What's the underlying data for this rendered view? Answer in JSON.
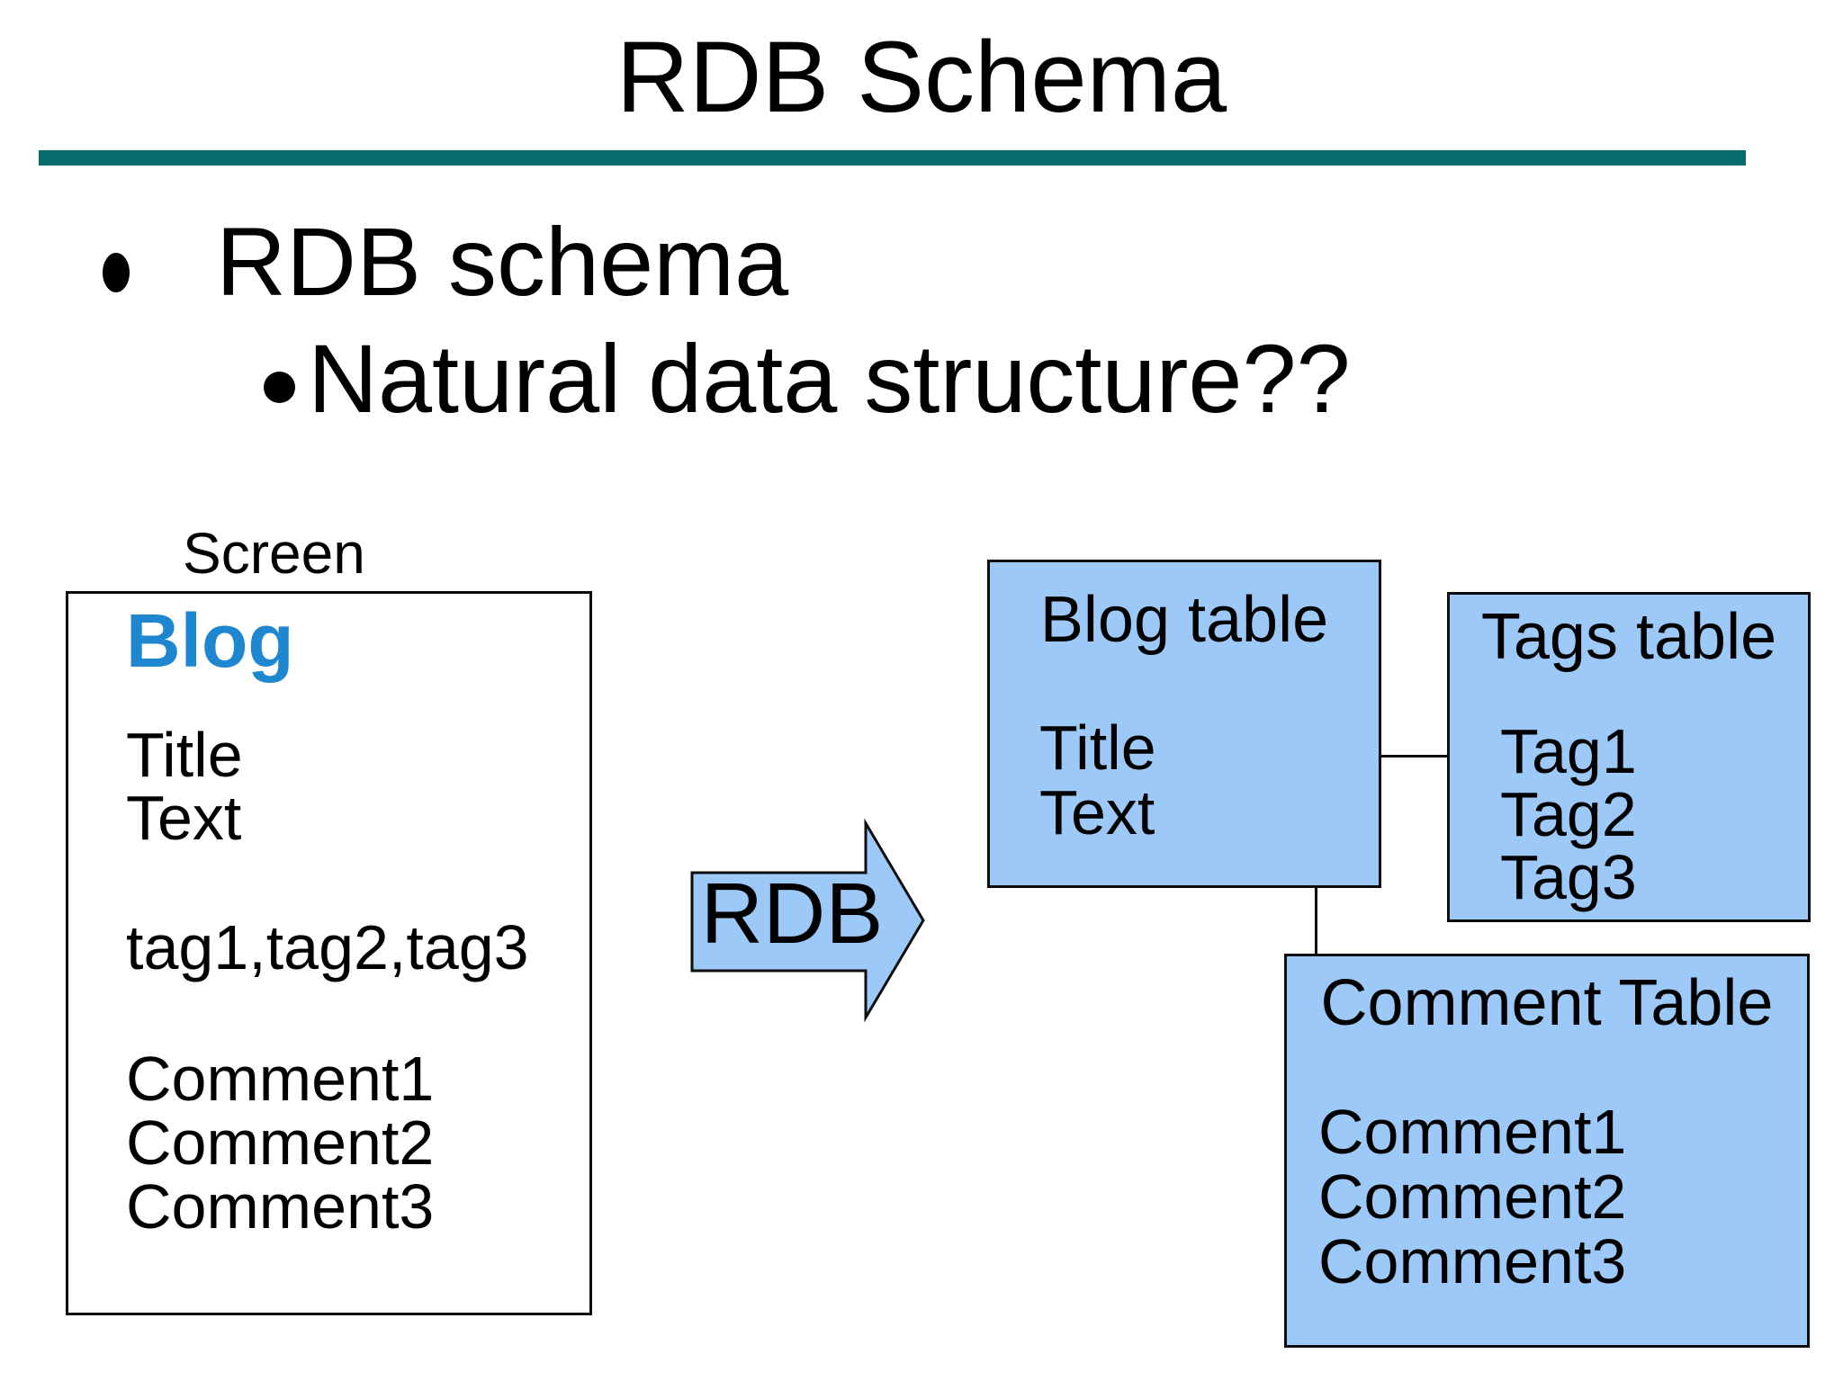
{
  "slide": {
    "title": "RDB Schema",
    "bullets": {
      "level1": "RDB schema",
      "level2": "Natural data structure??"
    },
    "screen": {
      "label": "Screen",
      "heading": "Blog",
      "fields": [
        "Title",
        "Text"
      ],
      "tags_line": "tag1,tag2,tag3",
      "comments": [
        "Comment1",
        "Comment2",
        "Comment3"
      ]
    },
    "arrow": {
      "label": "RDB"
    },
    "tables": {
      "blog": {
        "title": "Blog table",
        "rows": [
          "Title",
          "Text"
        ]
      },
      "tags": {
        "title": "Tags table",
        "rows": [
          "Tag1",
          "Tag2",
          "Tag3"
        ]
      },
      "comments": {
        "title": "Comment Table",
        "rows": [
          "Comment1",
          "Comment2",
          "Comment3"
        ]
      }
    },
    "colors": {
      "accent_teal": "#066c6c",
      "table_fill_blue": "#9cc9f8",
      "blog_heading_blue": "#1e87d0"
    }
  }
}
